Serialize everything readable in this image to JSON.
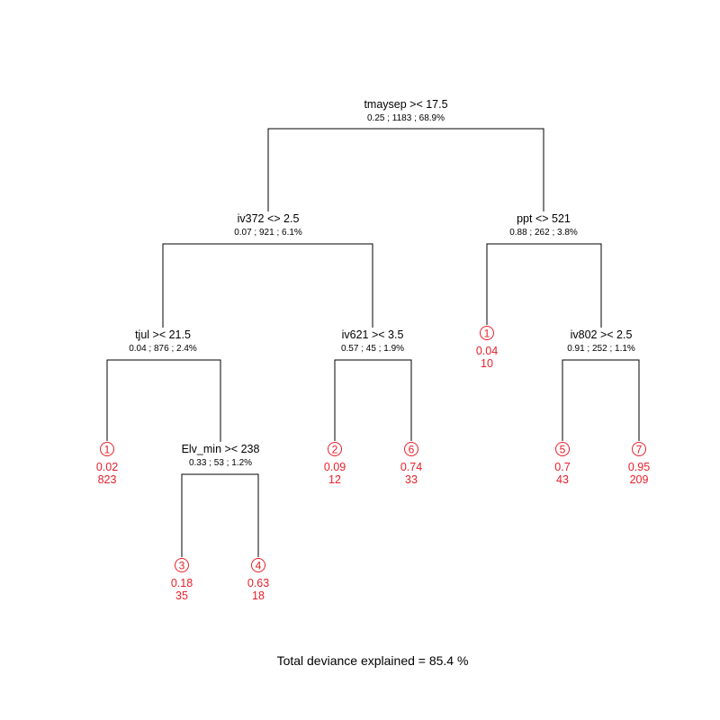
{
  "colors": {
    "split": "#000000",
    "leaf": "#e8202a"
  },
  "tree": {
    "split_nodes": [
      {
        "id": "root",
        "rule": "tmaysep >< 17.5",
        "stats": "0.25 ; 1183 ; 68.9%"
      },
      {
        "id": "n_iv372",
        "rule": "iv372 <> 2.5",
        "stats": "0.07 ; 921 ; 6.1%"
      },
      {
        "id": "n_ppt",
        "rule": "ppt <> 521",
        "stats": "0.88 ; 262 ; 3.8%"
      },
      {
        "id": "n_tjul",
        "rule": "tjul >< 21.5",
        "stats": "0.04 ; 876 ; 2.4%"
      },
      {
        "id": "n_iv621",
        "rule": "iv621 >< 3.5",
        "stats": "0.57 ; 45 ; 1.9%"
      },
      {
        "id": "n_iv802",
        "rule": "iv802 >< 2.5",
        "stats": "0.91 ; 252 ; 1.1%"
      },
      {
        "id": "n_elv",
        "rule": "Elv_min >< 238",
        "stats": "0.33 ; 53 ; 1.2%"
      }
    ],
    "leaf_nodes": [
      {
        "id": "leaf_a",
        "label": "1",
        "value": "0.04",
        "n": "10"
      },
      {
        "id": "leaf_b",
        "label": "1",
        "value": "0.02",
        "n": "823"
      },
      {
        "id": "leaf_c",
        "label": "2",
        "value": "0.09",
        "n": "12"
      },
      {
        "id": "leaf_d",
        "label": "6",
        "value": "0.74",
        "n": "33"
      },
      {
        "id": "leaf_e",
        "label": "5",
        "value": "0.7",
        "n": "43"
      },
      {
        "id": "leaf_f",
        "label": "7",
        "value": "0.95",
        "n": "209"
      },
      {
        "id": "leaf_g",
        "label": "3",
        "value": "0.18",
        "n": "35"
      },
      {
        "id": "leaf_h",
        "label": "4",
        "value": "0.63",
        "n": "18"
      }
    ]
  },
  "footer": {
    "text": "Total deviance explained = 85.4 %"
  }
}
